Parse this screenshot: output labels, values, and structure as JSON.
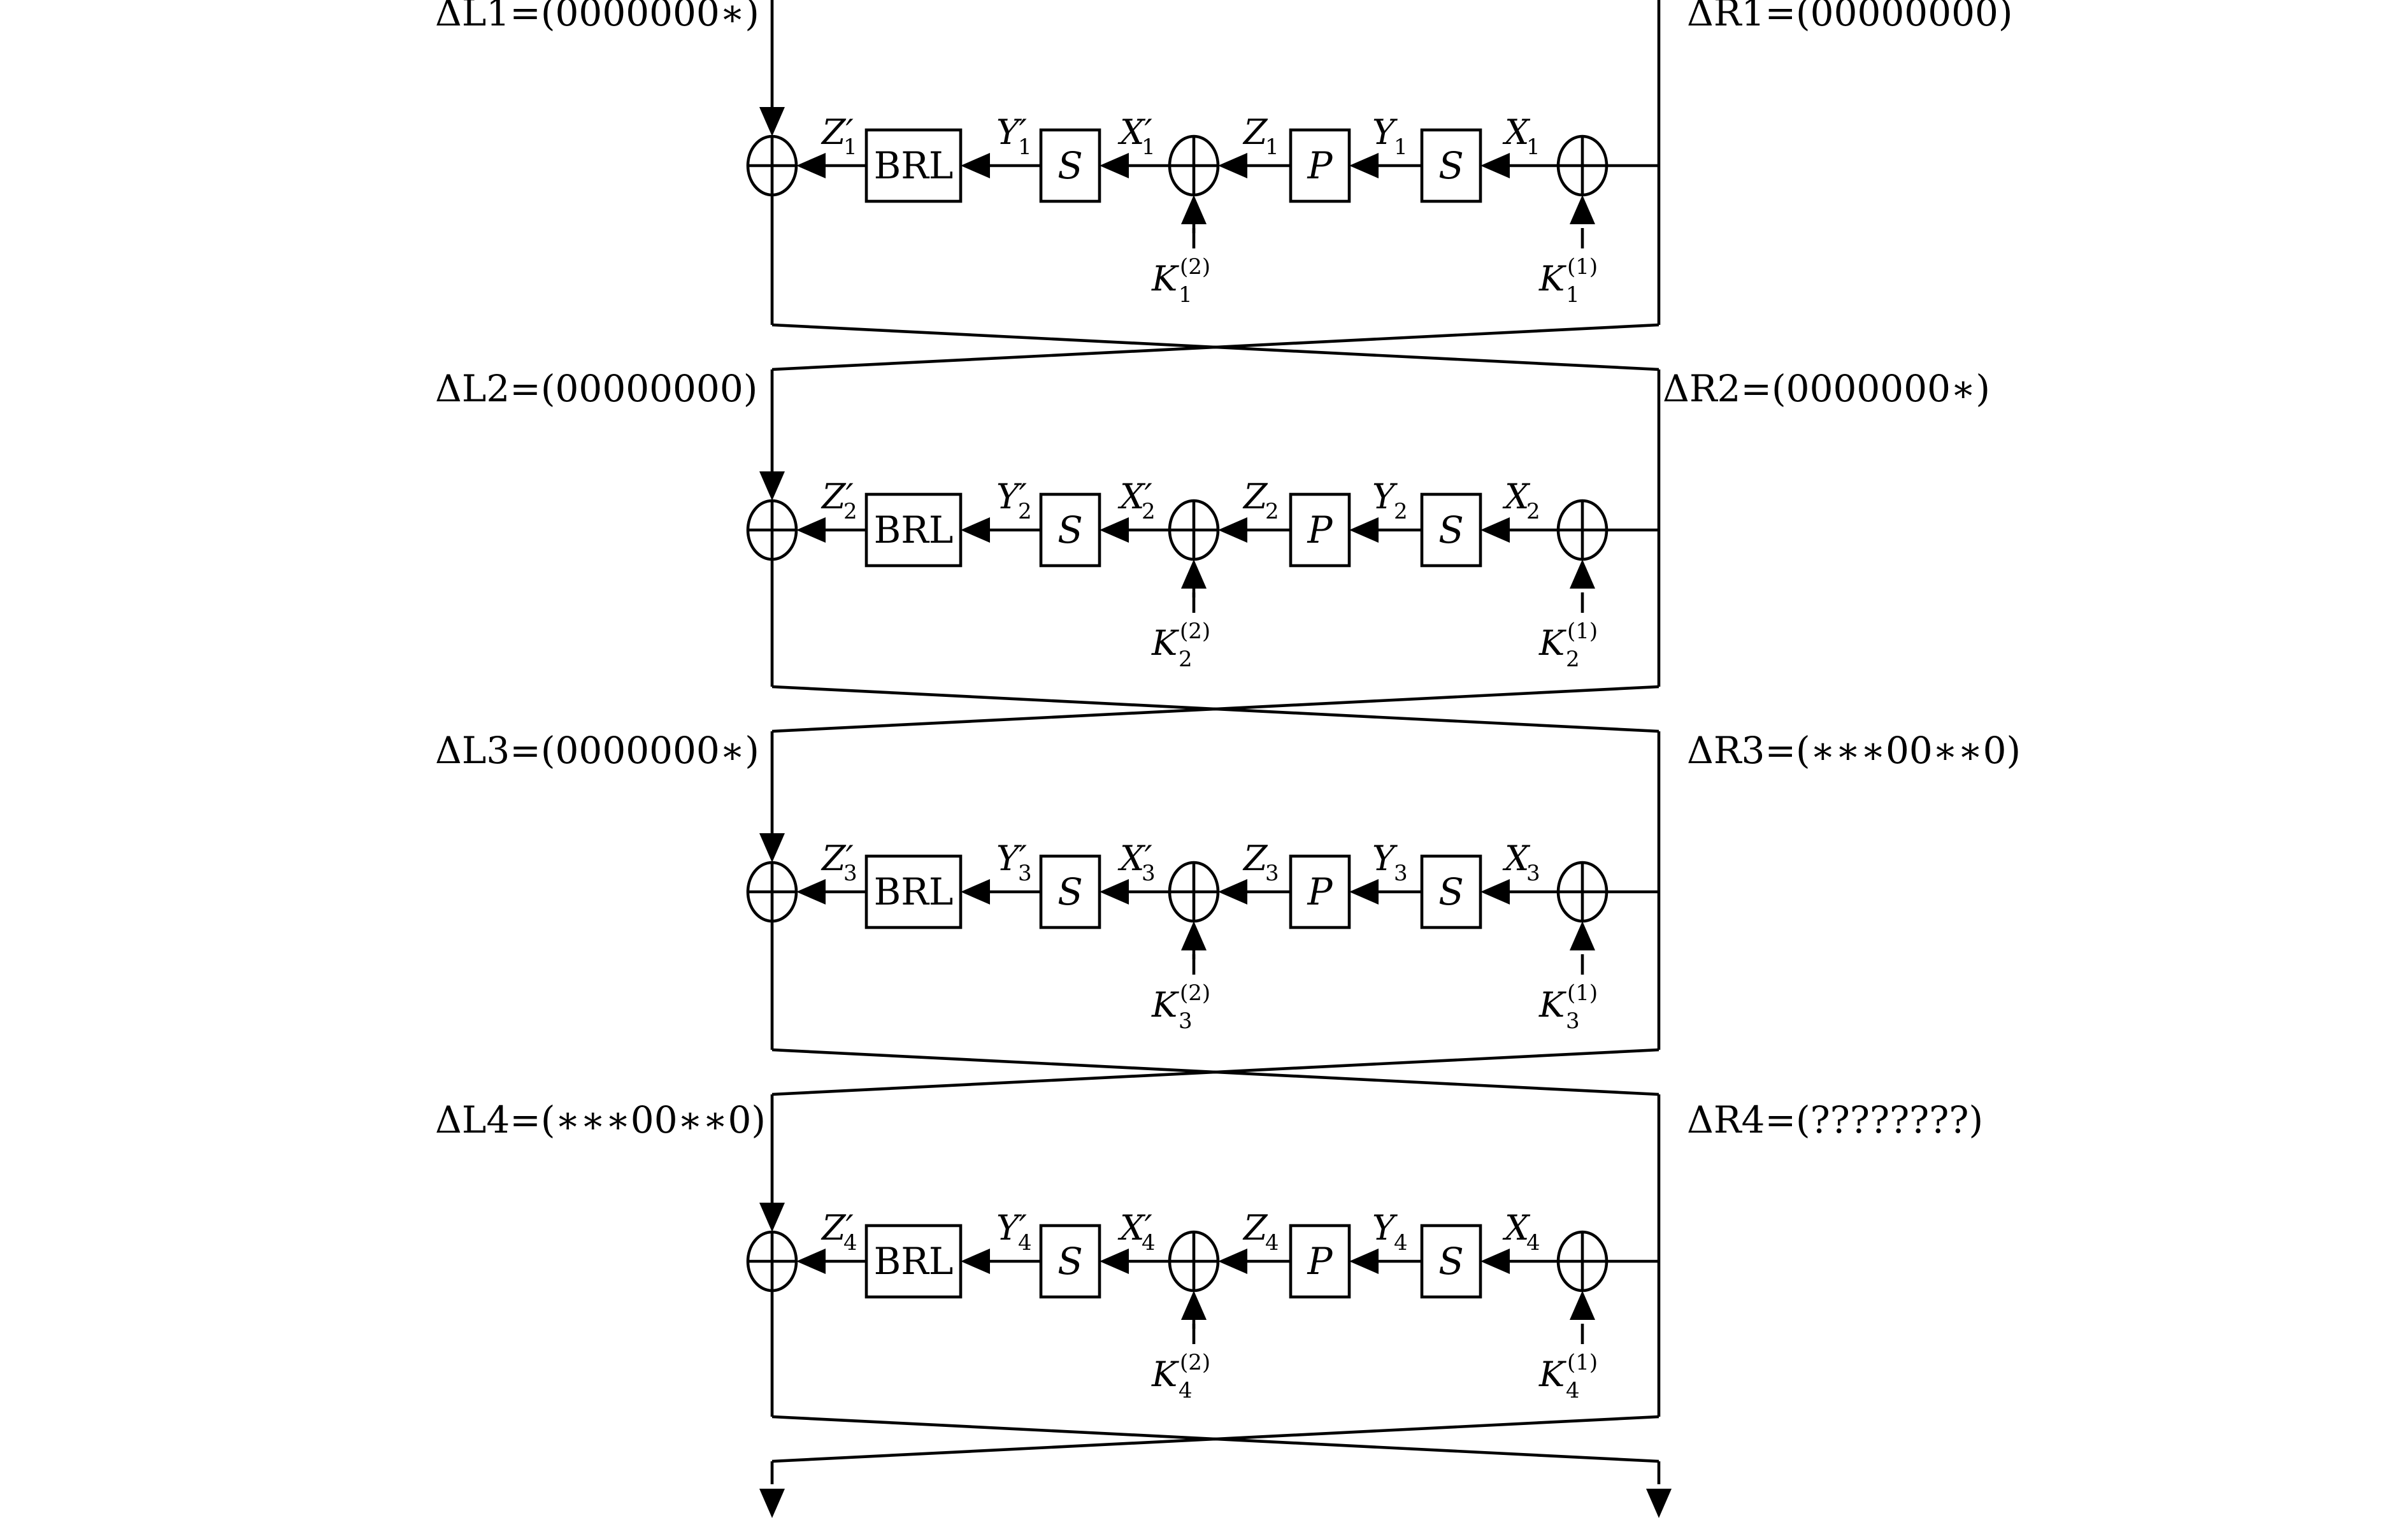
{
  "diagram": {
    "boxes": {
      "brl": "BRL",
      "s": "S",
      "p": "P"
    },
    "signal_letters": {
      "z_prime": "Z′",
      "y_prime": "Y′",
      "x_prime": "X′",
      "z": "Z",
      "y": "Y",
      "x": "X",
      "k": "K"
    },
    "key_superscripts": {
      "k1": "(1)",
      "k2": "(2)"
    },
    "rounds": [
      {
        "index": "1",
        "delta_l": "ΔL1=(0000000∗)",
        "delta_r": "ΔR1=(00000000)"
      },
      {
        "index": "2",
        "delta_l": "ΔL2=(00000000)",
        "delta_r": "ΔR2=(0000000∗)"
      },
      {
        "index": "3",
        "delta_l": "ΔL3=(0000000∗)",
        "delta_r": "ΔR3=(∗∗∗00∗∗0)"
      },
      {
        "index": "4",
        "delta_l": "ΔL4=(∗∗∗00∗∗0)",
        "delta_r": "ΔR4=(????????)"
      }
    ]
  }
}
